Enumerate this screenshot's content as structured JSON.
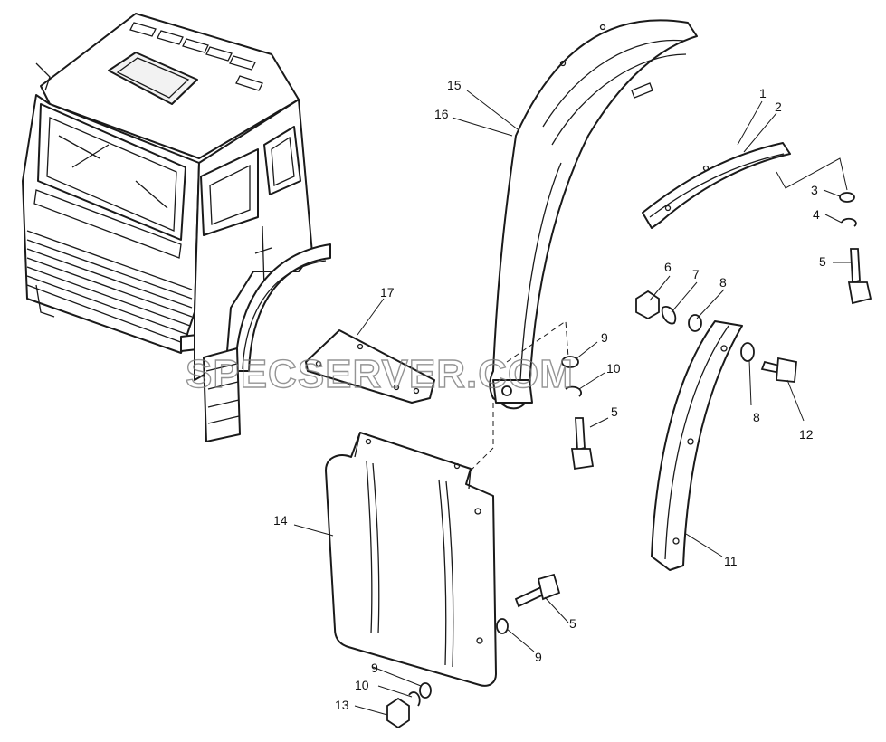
{
  "watermark": "SPECSERVER.COM",
  "callouts": {
    "c1": "1",
    "c2": "2",
    "c3": "3",
    "c4": "4",
    "c5a": "5",
    "c6": "6",
    "c7": "7",
    "c8a": "8",
    "c9a": "9",
    "c10a": "10",
    "c5b": "5",
    "c8b": "8",
    "c12": "12",
    "c11": "11",
    "c14": "14",
    "c5c": "5",
    "c9b": "9",
    "c9c": "9",
    "c10b": "10",
    "c13": "13",
    "c15": "15",
    "c16": "16",
    "c17": "17"
  }
}
